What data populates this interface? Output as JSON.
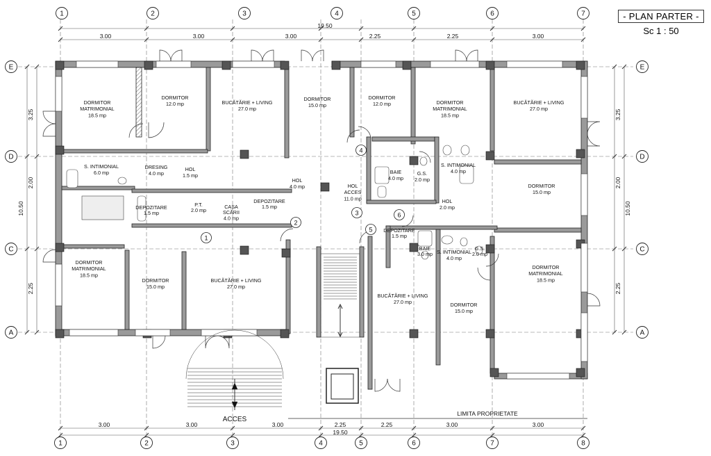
{
  "title": "- PLAN PARTER -",
  "scale": "Sc 1 : 50",
  "grid_columns": [
    "1",
    "2",
    "3",
    "4",
    "5",
    "6",
    "7",
    "8"
  ],
  "top_column_labels": [
    "1",
    "2",
    "3",
    "4",
    "5",
    "6",
    "7"
  ],
  "grid_rows": [
    "E",
    "D",
    "C",
    "A"
  ],
  "top_dimensions": {
    "total": "19.50",
    "segments": [
      "3.00",
      "3.00",
      "3.00",
      "2.25",
      "2.25",
      "3.00"
    ]
  },
  "bottom_dimensions": {
    "total": "19.50",
    "segments": [
      "3.00",
      "3.00",
      "3.00",
      "2.25",
      "2.25",
      "3.00",
      "3.00"
    ]
  },
  "side_dimensions": {
    "total": "10.50",
    "segments": [
      "3.25",
      "2.00",
      "2.25"
    ]
  },
  "rooms": [
    {
      "name": "DORMITOR\nMATRIMONIAL",
      "area": "18.5 mp"
    },
    {
      "name": "DORMITOR",
      "area": "12.0 mp"
    },
    {
      "name": "BUCĂTĂRIE + LIVING",
      "area": "27.0 mp"
    },
    {
      "name": "DORMITOR",
      "area": "15.0 mp"
    },
    {
      "name": "DORMITOR",
      "area": "12.0 mp"
    },
    {
      "name": "DORMITOR\nMATRIMONIAL",
      "area": "18.5 mp"
    },
    {
      "name": "BUCĂTĂRIE + LIVING",
      "area": "27.0 mp"
    },
    {
      "name": "S. INTIMONIAL",
      "area": "6.0 mp"
    },
    {
      "name": "DRESING",
      "area": "4.0 mp"
    },
    {
      "name": "HOL",
      "area": "1.5 mp"
    },
    {
      "name": "HOL",
      "area": "4.0 mp"
    },
    {
      "name": "HOL\nACCES",
      "area": "11.0 mp"
    },
    {
      "name": "BAIE",
      "area": "4.0 mp"
    },
    {
      "name": "G.S.",
      "area": "2.0 mp"
    },
    {
      "name": "S. INTIMONIAL",
      "area": "4.0 mp"
    },
    {
      "name": "DORMITOR",
      "area": "15.0 mp"
    },
    {
      "name": "HOL",
      "area": "2.0 mp"
    },
    {
      "name": "DEPOZITARE",
      "area": "1.5 mp"
    },
    {
      "name": "P.T.",
      "area": "2.0 mp"
    },
    {
      "name": "CASA\nSCĂRII",
      "area": "4.0 mp"
    },
    {
      "name": "DEPOZITARE",
      "area": "1.5 mp"
    },
    {
      "name": "DEPOZITARE",
      "area": "1.5 mp"
    },
    {
      "name": "BAIE",
      "area": "3.0 mp"
    },
    {
      "name": "S. INTIMONIAL",
      "area": "4.0 mp"
    },
    {
      "name": "G.S.",
      "area": "2.0 mp"
    },
    {
      "name": "DORMITOR\nMATRIMONIAL",
      "area": "18.5 mp"
    },
    {
      "name": "DORMITOR\nMATRIMONIAL",
      "area": "18.5 mp"
    },
    {
      "name": "DORMITOR",
      "area": "15.0 mp"
    },
    {
      "name": "BUCĂTĂRIE + LIVING",
      "area": "27.0 mp"
    },
    {
      "name": "BUCĂTĂRIE + LIVING",
      "area": "27.0 mp"
    },
    {
      "name": "DORMITOR",
      "area": "15.0 mp"
    }
  ],
  "apartment_markers": [
    "1",
    "2",
    "3",
    "4",
    "5",
    "6",
    "1"
  ],
  "access_label": "ACCES",
  "property_limit_label": "LIMITA PROPRIETATE"
}
